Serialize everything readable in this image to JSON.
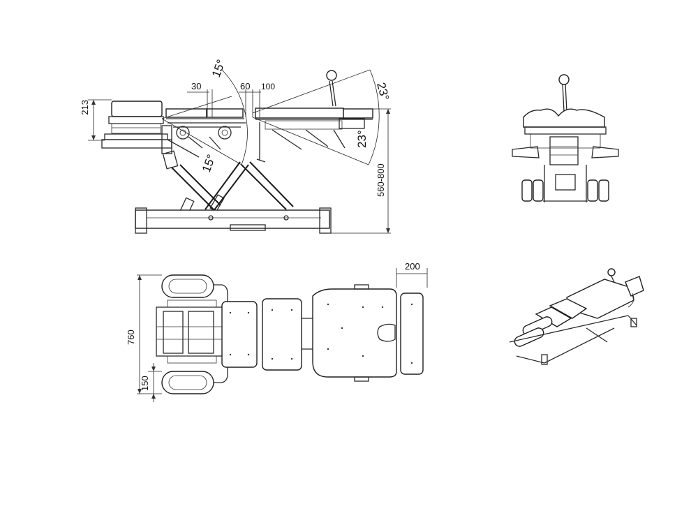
{
  "side_view": {
    "dim_height_label": "213",
    "dim_gap1_label": "30",
    "dim_gap2_label": "60",
    "dim_gap3_label": "100",
    "angle_head_up": "15°",
    "angle_head_down": "15°",
    "angle_pelvic_up": "23°",
    "angle_pelvic_down": "23°",
    "dim_table_height": "560-800"
  },
  "top_view": {
    "dim_width_label": "760",
    "dim_armrest_label": "150",
    "dim_extension_label": "200"
  }
}
